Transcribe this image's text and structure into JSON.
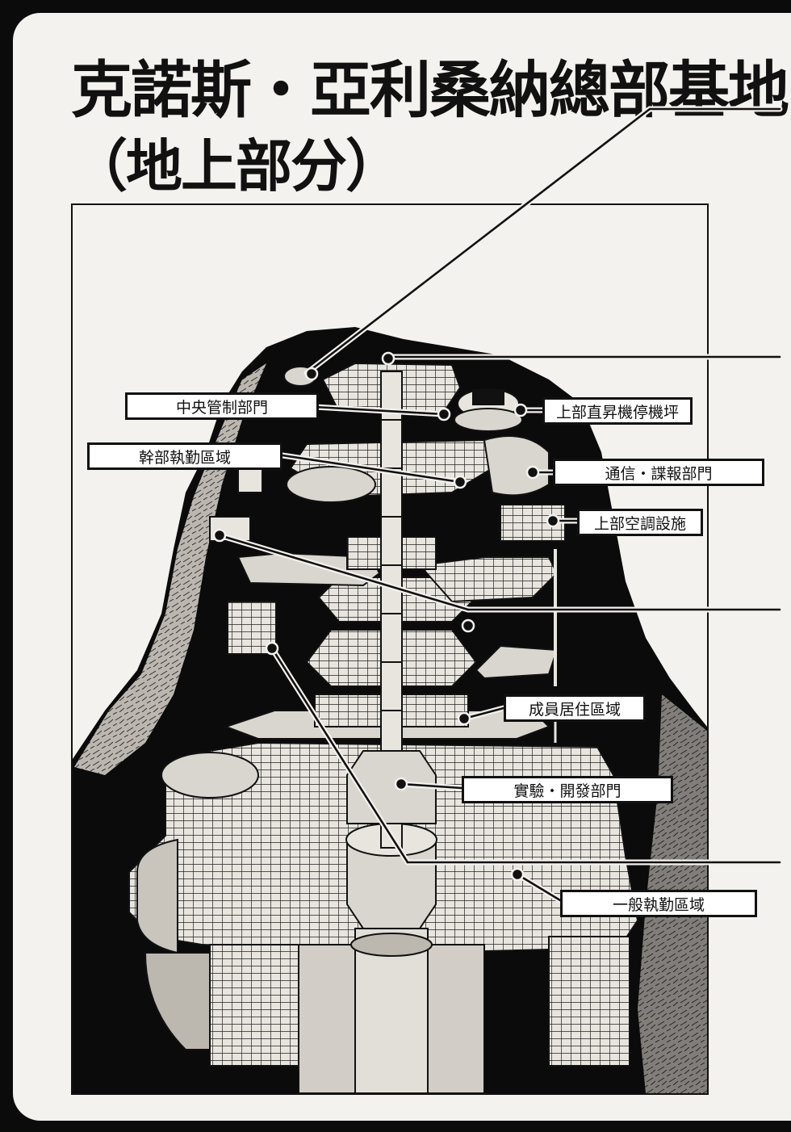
{
  "title": "克諾斯・亞利桑納總部基地",
  "subtitle": "（地上部分）",
  "labels": {
    "central_control": "中央管制部門",
    "upper_heliport": "上部直昇機停機坪",
    "executive_area": "幹部執勤區域",
    "comm_intel": "通信・諜報部門",
    "upper_ac": "上部空調設施",
    "crew_quarters": "成員居住區域",
    "research_dev": "實驗・開發部門",
    "general_duty": "一般執勤區域"
  },
  "colors": {
    "ink": "#111111",
    "paper": "#f4f2ee",
    "structure": "#d9d6d0"
  }
}
